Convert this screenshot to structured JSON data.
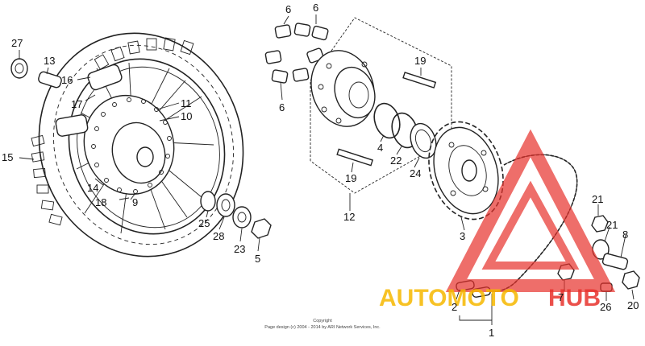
{
  "callouts": [
    {
      "id": "c27",
      "label": "27"
    },
    {
      "id": "c13",
      "label": "13"
    },
    {
      "id": "c16",
      "label": "16"
    },
    {
      "id": "c17",
      "label": "17"
    },
    {
      "id": "c11",
      "label": "11"
    },
    {
      "id": "c10",
      "label": "10"
    },
    {
      "id": "c15",
      "label": "15"
    },
    {
      "id": "c14",
      "label": "14"
    },
    {
      "id": "c18",
      "label": "18"
    },
    {
      "id": "c9",
      "label": "9"
    },
    {
      "id": "c25",
      "label": "25"
    },
    {
      "id": "c28",
      "label": "28"
    },
    {
      "id": "c23",
      "label": "23"
    },
    {
      "id": "c5",
      "label": "5"
    },
    {
      "id": "c6a",
      "label": "6"
    },
    {
      "id": "c6b",
      "label": "6"
    },
    {
      "id": "c6c",
      "label": "6"
    },
    {
      "id": "c19a",
      "label": "19"
    },
    {
      "id": "c19b",
      "label": "19"
    },
    {
      "id": "c4",
      "label": "4"
    },
    {
      "id": "c22",
      "label": "22"
    },
    {
      "id": "c24",
      "label": "24"
    },
    {
      "id": "c12",
      "label": "12"
    },
    {
      "id": "c3",
      "label": "3"
    },
    {
      "id": "c21a",
      "label": "21"
    },
    {
      "id": "c21b",
      "label": "21"
    },
    {
      "id": "c8",
      "label": "8"
    },
    {
      "id": "c7",
      "label": "7"
    },
    {
      "id": "c2",
      "label": "2"
    },
    {
      "id": "c26",
      "label": "26"
    },
    {
      "id": "c20",
      "label": "20"
    },
    {
      "id": "c1",
      "label": "1"
    }
  ],
  "copyright": {
    "line1": "Copyright",
    "line2": "Page design (c) 2004 - 2014 by ARI Network Services, Inc."
  },
  "watermark": {
    "brand_left": "AUTOMOTO",
    "brand_right": "HUB",
    "color_primary": "#e8322c",
    "color_secondary": "#f6b800"
  }
}
